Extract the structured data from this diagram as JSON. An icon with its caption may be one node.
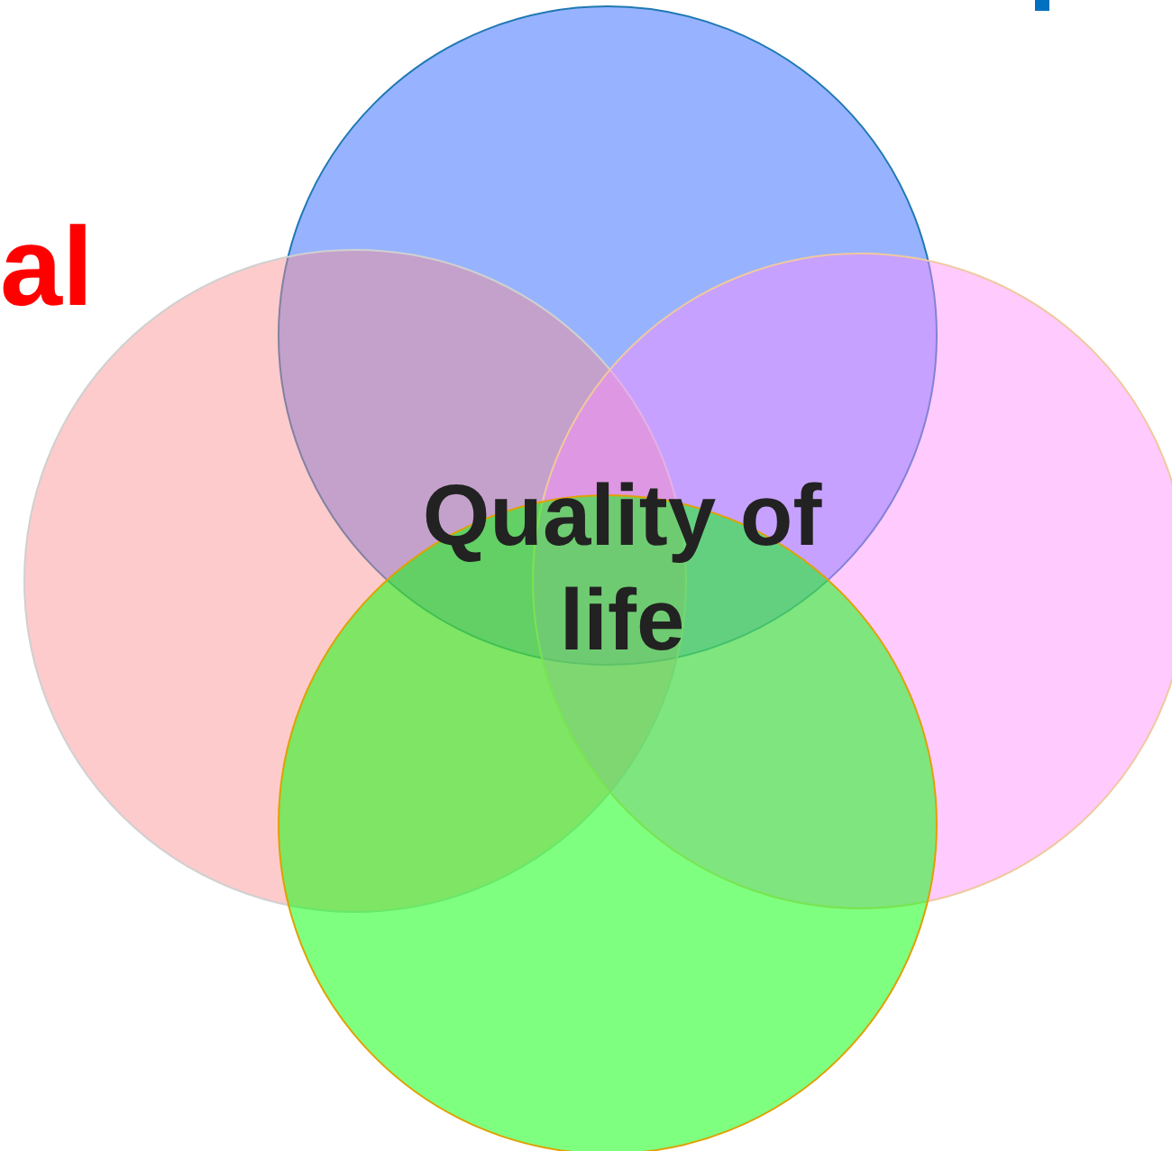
{
  "diagram": {
    "nodes": [
      {
        "text": [],
        "shape": "circle"
      },
      {
        "text": [],
        "shape": "circle"
      },
      {
        "text": [],
        "shape": "circle"
      },
      {
        "text": [],
        "shape": "circle"
      }
    ],
    "labels": [
      "al",
      "Quality of life"
    ]
  }
}
